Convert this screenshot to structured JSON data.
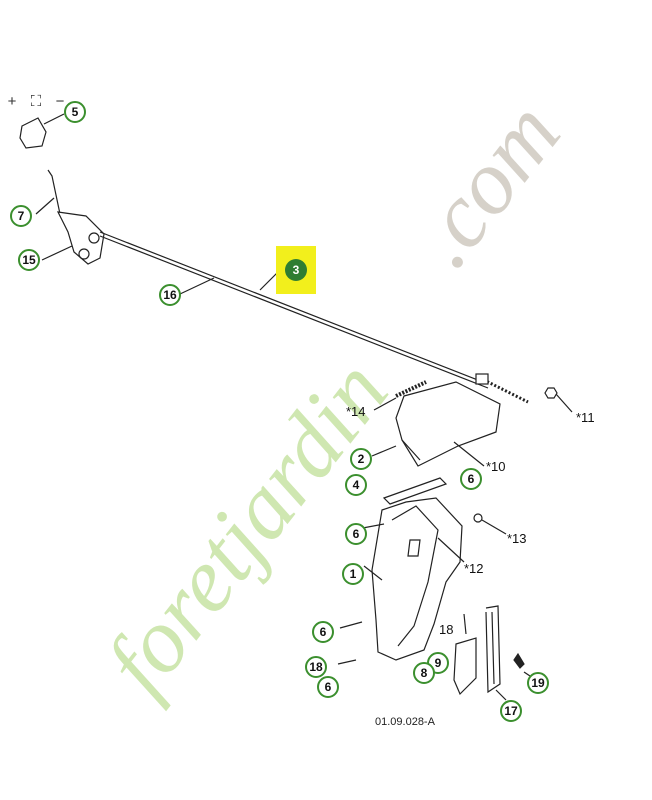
{
  "toolbar": {
    "zoom_in": "+",
    "fullscreen": "⛶",
    "zoom_out": "−"
  },
  "watermark": {
    "text_main": "foretjardin",
    "text_suffix": ".com",
    "colors": {
      "green": "#c7e3a4",
      "orange": "#f2c897",
      "gray": "#cfcac0"
    }
  },
  "callouts": {
    "c5": "5",
    "c7": "7",
    "c15": "15",
    "c16": "16",
    "c3": "3",
    "c2": "2",
    "c4": "4",
    "c6a": "6",
    "c6b": "6",
    "c1": "1",
    "c6c": "6",
    "c18": "18",
    "c6d": "6",
    "c9": "9",
    "c8": "8",
    "c17": "17",
    "c19": "19"
  },
  "labels": {
    "l14": "*14",
    "l11": "*11",
    "l10": "*10",
    "l13": "*13",
    "l12": "*12",
    "l18": "18"
  },
  "ref_code": "01.09.028-A",
  "accent": "#3b8f2e",
  "highlight": "#f2ef1c"
}
